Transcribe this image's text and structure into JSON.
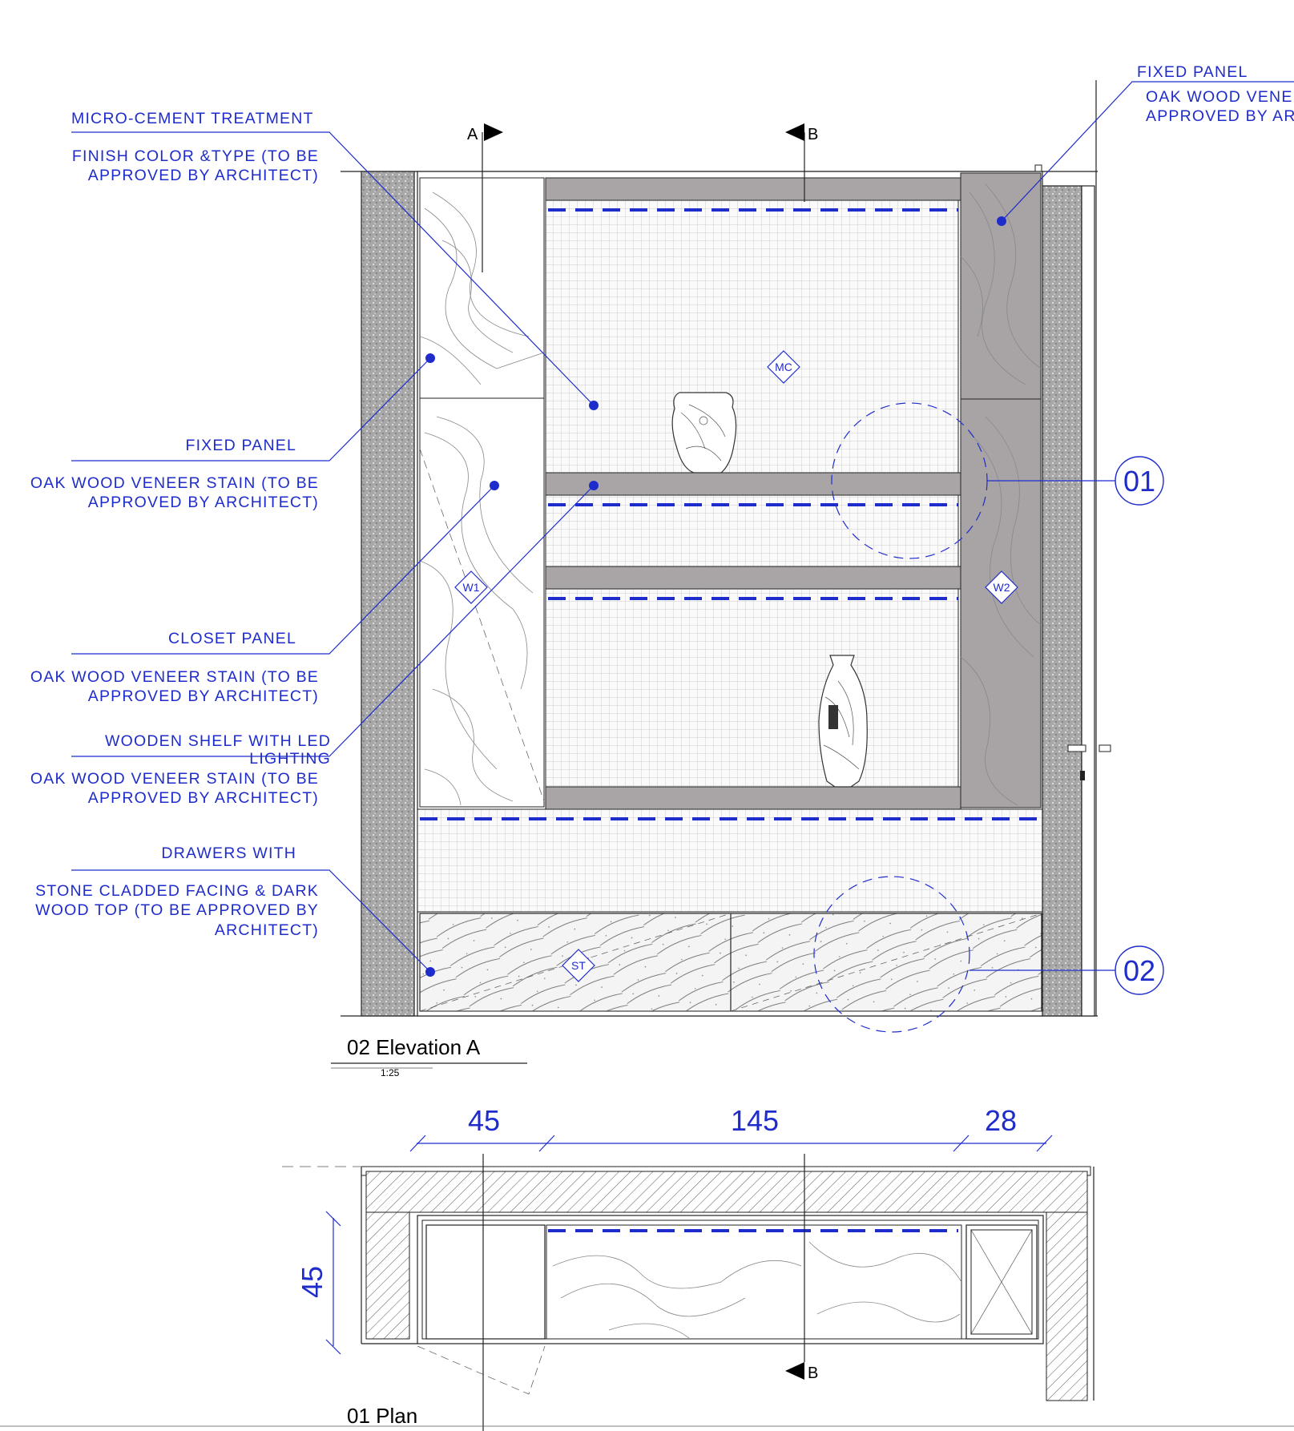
{
  "elevation": {
    "title": "02 Elevation A",
    "scale": "1:25",
    "section_marks": {
      "a": "A",
      "b": "B"
    }
  },
  "plan": {
    "title": "01 Plan",
    "section_mark_b": "B",
    "dimensions": {
      "left": "45",
      "middle": "145",
      "right": "28",
      "depth": "45"
    }
  },
  "annotations": {
    "micro_cement": {
      "title": "MICRO-CEMENT TREATMENT",
      "line1": "FINISH COLOR &TYPE (TO BE",
      "line2": "APPROVED BY ARCHITECT)"
    },
    "fixed_panel_left": {
      "title": "FIXED PANEL",
      "line1": "OAK WOOD VENEER STAIN (TO BE",
      "line2": "APPROVED BY ARCHITECT)"
    },
    "closet_panel": {
      "title": "CLOSET PANEL",
      "line1": "OAK WOOD VENEER STAIN (TO BE",
      "line2": "APPROVED BY ARCHITECT)"
    },
    "wooden_shelf": {
      "title_line1": "WOODEN SHELF WITH LED",
      "title_line2": "LIGHTING",
      "line1": "OAK WOOD VENEER STAIN (TO BE",
      "line2": "APPROVED BY ARCHITECT)"
    },
    "drawers": {
      "title": "DRAWERS WITH",
      "line1": "STONE CLADDED FACING & DARK",
      "line2": "WOOD TOP (TO BE APPROVED BY",
      "line3": "ARCHITECT)"
    },
    "fixed_panel_right": {
      "title": "FIXED PANEL",
      "line1": "OAK WOOD VENEE",
      "line2": "APPROVED BY AR"
    }
  },
  "tags": {
    "mc": "MC",
    "w1": "W1",
    "w2": "W2",
    "st": "ST"
  },
  "callouts": {
    "c01": "01",
    "c02": "02"
  },
  "colors": {
    "annotation_blue": "#1f2ccc",
    "shelf_gray": "#a9a5a6",
    "panel_gray": "#a8a4a5"
  }
}
